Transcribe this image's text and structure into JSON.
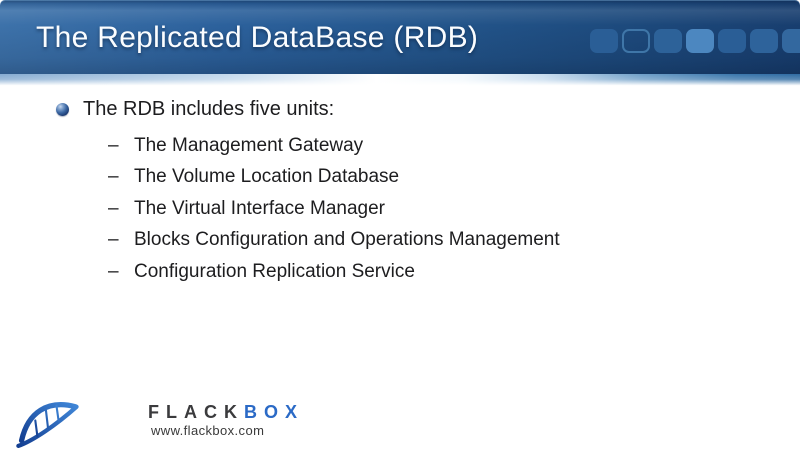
{
  "header": {
    "title": "The Replicated DataBase (RDB)",
    "squares": [
      {
        "fill": "#2a5e96"
      },
      {
        "fill": "transparent",
        "border": "#3f76a8"
      },
      {
        "fill": "#2d6299"
      },
      {
        "fill": "#4c87c0"
      },
      {
        "fill": "#2a5e96"
      },
      {
        "fill": "#2e639b"
      },
      {
        "fill": "#33689f"
      }
    ]
  },
  "body": {
    "lead": "The RDB includes five units:",
    "dash": "–",
    "items": [
      "The Management Gateway",
      "The Volume Location Database",
      "The Virtual Interface Manager",
      "Blocks Configuration and Operations Management",
      "Configuration Replication Service"
    ]
  },
  "footer": {
    "brand_part1": "FLACK",
    "brand_part2": "BOX",
    "url": "www.flackbox.com"
  },
  "colors": {
    "text-color": "#1d1d1f",
    "brand-blue": "#2b6ac6",
    "brand-dark": "#3b3b3d"
  }
}
